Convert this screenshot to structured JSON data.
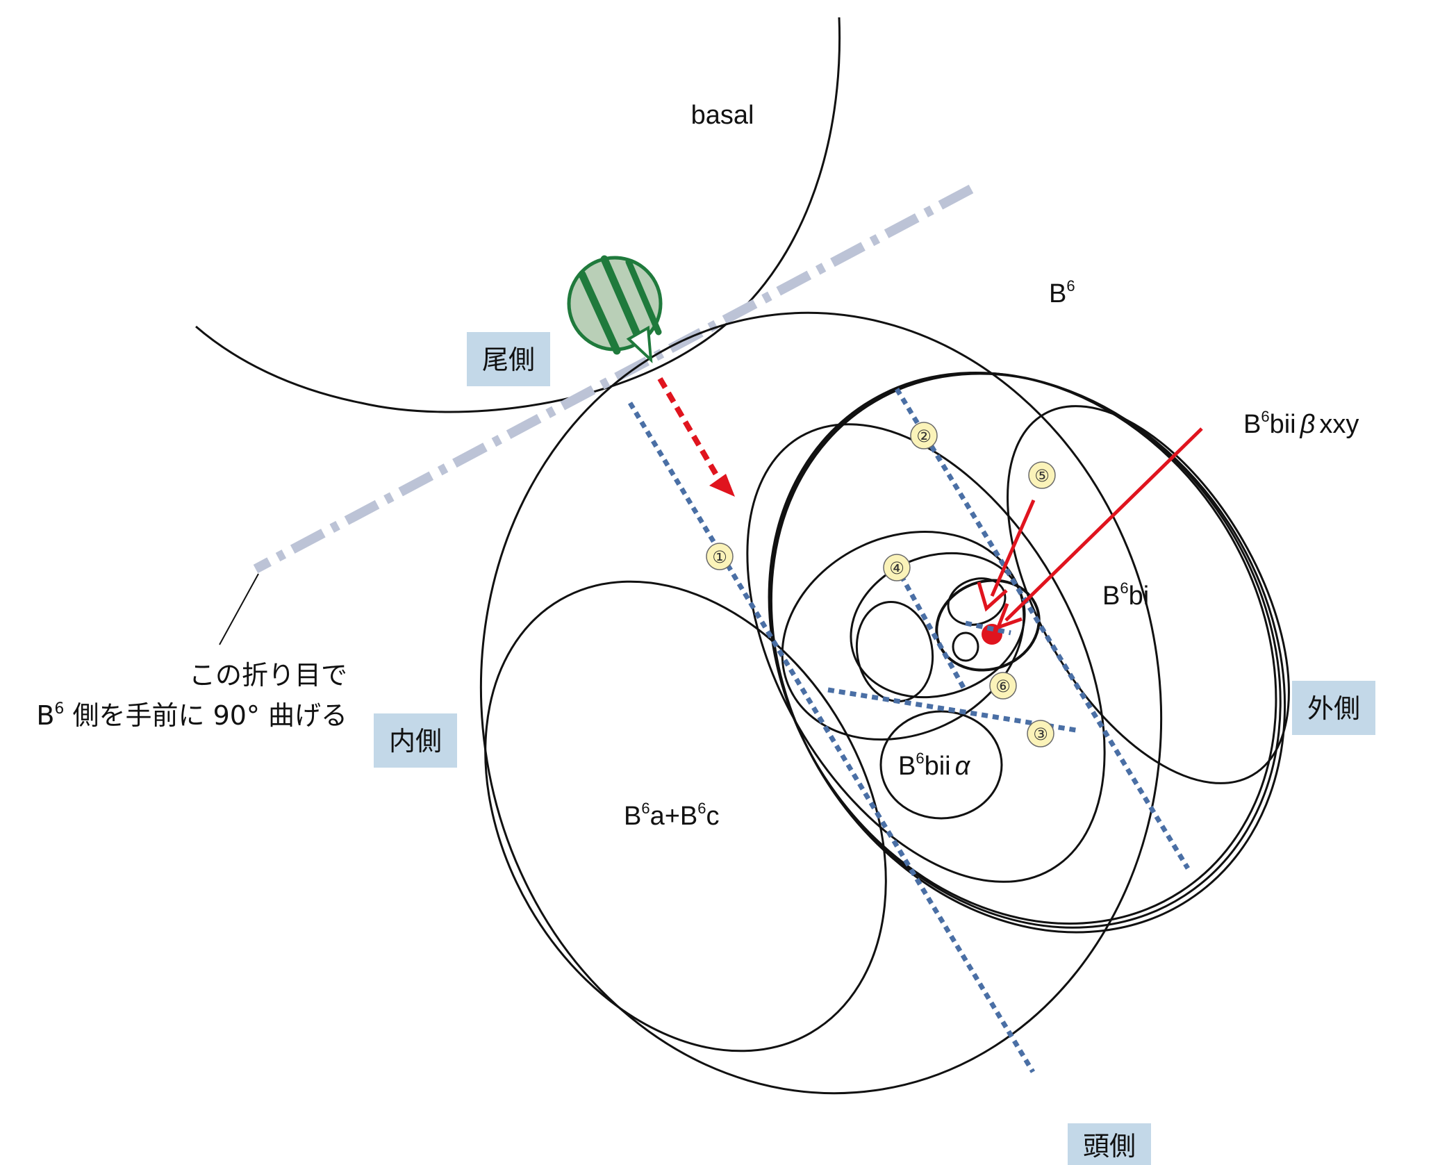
{
  "labels": {
    "basal": "basal",
    "b6": "B",
    "b6_sup": "6",
    "b6bi_base": "B",
    "b6bi_sup": "6",
    "b6bi_rest": "bi",
    "b6bii_alpha_base": "B",
    "b6bii_alpha_sup": "6",
    "b6bii_alpha_rest": "bii",
    "b6bii_alpha_greek": "α",
    "b6a_c_1": "B",
    "b6a_c_sup1": "6",
    "b6a_c_2": "a+B",
    "b6a_c_sup2": "6",
    "b6a_c_3": "c",
    "b6bii_beta_base": "B",
    "b6bii_beta_sup": "6",
    "b6bii_beta_rest": "bii",
    "b6bii_beta_greek": "β",
    "b6bii_beta_tail": "xxy"
  },
  "sides": {
    "tail": "尾側",
    "inner": "内側",
    "outer": "外側",
    "head": "頭側"
  },
  "fold_note": {
    "line1": "この折り目で",
    "line2_base": "B",
    "line2_sup": "6",
    "line2_rest": " 側を手前に 90° 曲げる"
  },
  "numbers": [
    "①",
    "②",
    "③",
    "④",
    "⑤",
    "⑥"
  ],
  "colors": {
    "dotted_line": "#4a6fa5",
    "fold_line": "#bcc3d6",
    "arrow_red": "#e0141e",
    "green": "#1f7a3c",
    "green_fill": "#b9cfb7",
    "side_box": "#c3d8e8",
    "number_fill": "#fbf3b9"
  }
}
